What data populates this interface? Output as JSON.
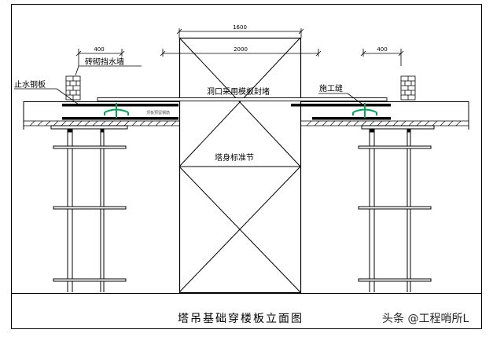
{
  "dimensions": {
    "top_width": "1600",
    "inner_width": "2000",
    "left_offset": "400",
    "right_offset": "400"
  },
  "labels": {
    "brick_wall": "砖砌挡水墙",
    "waterstop_plate": "止水钢板",
    "opening_seal": "洞口采用模板封堵",
    "construction_joint": "施工缝",
    "tower_section": "塔身标准节",
    "small_note": "顶板预留钢筋"
  },
  "title": "塔吊基础穿楼板立面图",
  "watermark": "头条 @工程哨所L",
  "colors": {
    "line": "#000000",
    "waterstop": "#00a651"
  }
}
